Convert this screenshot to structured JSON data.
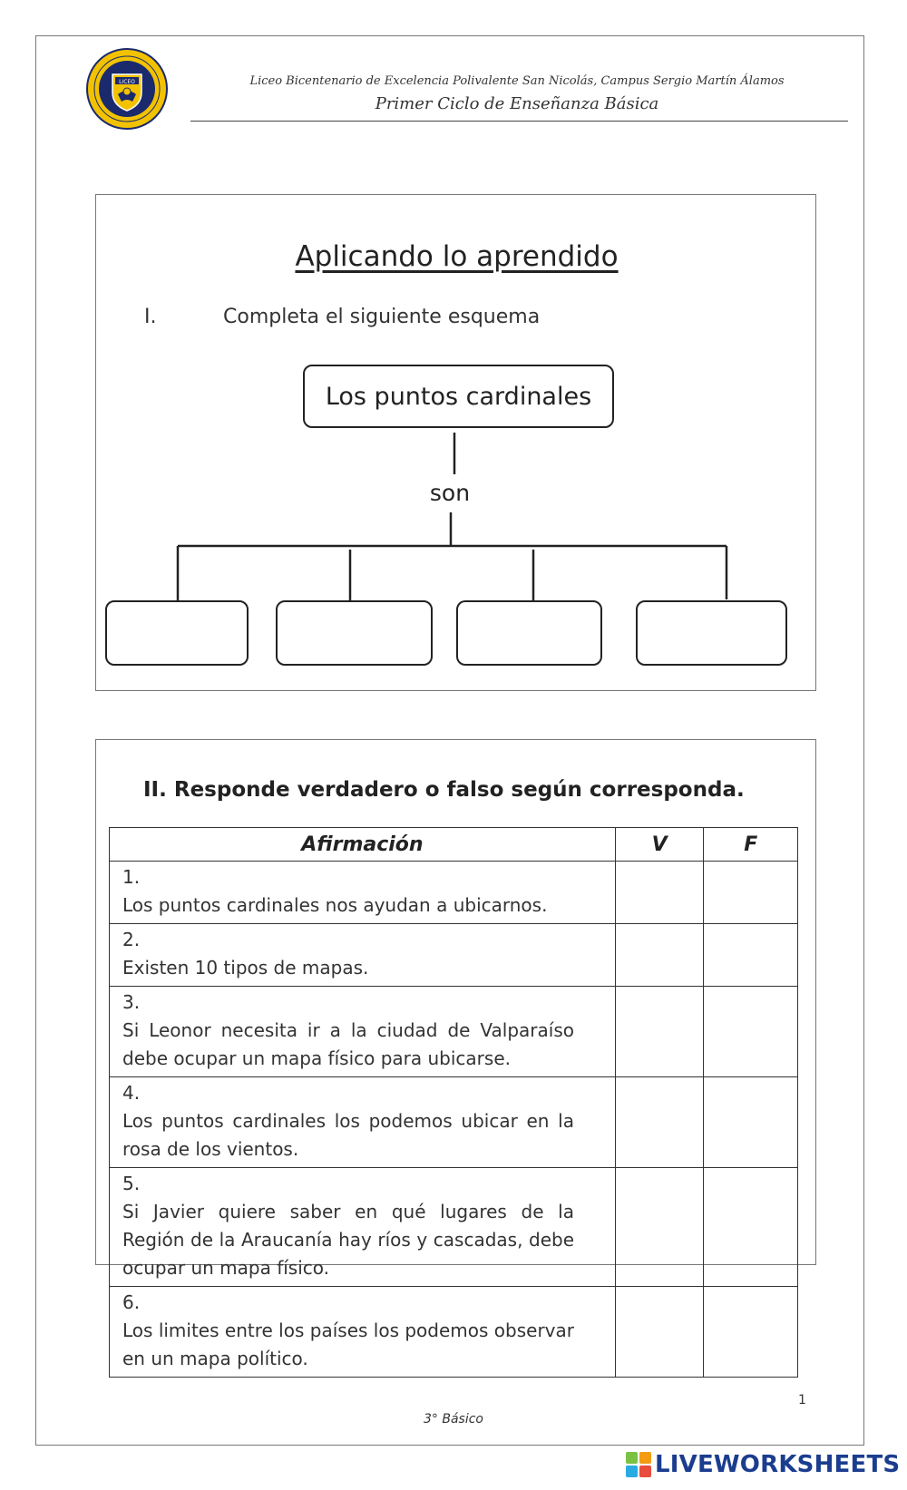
{
  "header": {
    "logo_text": "LICEO",
    "school_name": "Liceo Bicentenario  de Excelencia Polivalente San Nicolás, Campus Sergio Martín Álamos",
    "cycle": "Primer Ciclo de Enseñanza Básica"
  },
  "section1": {
    "title": "Aplicando lo aprendido",
    "number": "I.",
    "instruction": "Completa el siguiente esquema",
    "main_box": "Los puntos cardinales",
    "connector": "son",
    "answer_boxes": [
      "",
      "",
      "",
      ""
    ]
  },
  "section2": {
    "title": "II. Responde verdadero o falso según corresponda.",
    "headers": {
      "statement": "Afirmación",
      "true": "V",
      "false": "F"
    },
    "rows": [
      {
        "num": "1.",
        "text": "Los puntos cardinales nos ayudan a ubicarnos."
      },
      {
        "num": "2.",
        "text": "Existen 10 tipos de mapas."
      },
      {
        "num": "3.",
        "text": "Si Leonor necesita ir a la ciudad de Valparaíso debe ocupar un mapa físico para ubicarse."
      },
      {
        "num": "4.",
        "text": "Los puntos cardinales los podemos ubicar en la rosa de los vientos."
      },
      {
        "num": "5.",
        "text": "Si Javier quiere saber en qué lugares de la Región de la Araucanía hay ríos y cascadas, debe ocupar un mapa físico."
      },
      {
        "num": "6.",
        "text": "Los limites entre los países los podemos observar en un mapa político."
      }
    ]
  },
  "footer": {
    "page_number": "1",
    "grade": "3° Básico"
  },
  "brand": {
    "name": "LIVEWORKSHEETS",
    "color": "#1b3d8f",
    "mark_colors": [
      "#7cc242",
      "#f39c12",
      "#29abe2",
      "#e74c3c"
    ]
  }
}
